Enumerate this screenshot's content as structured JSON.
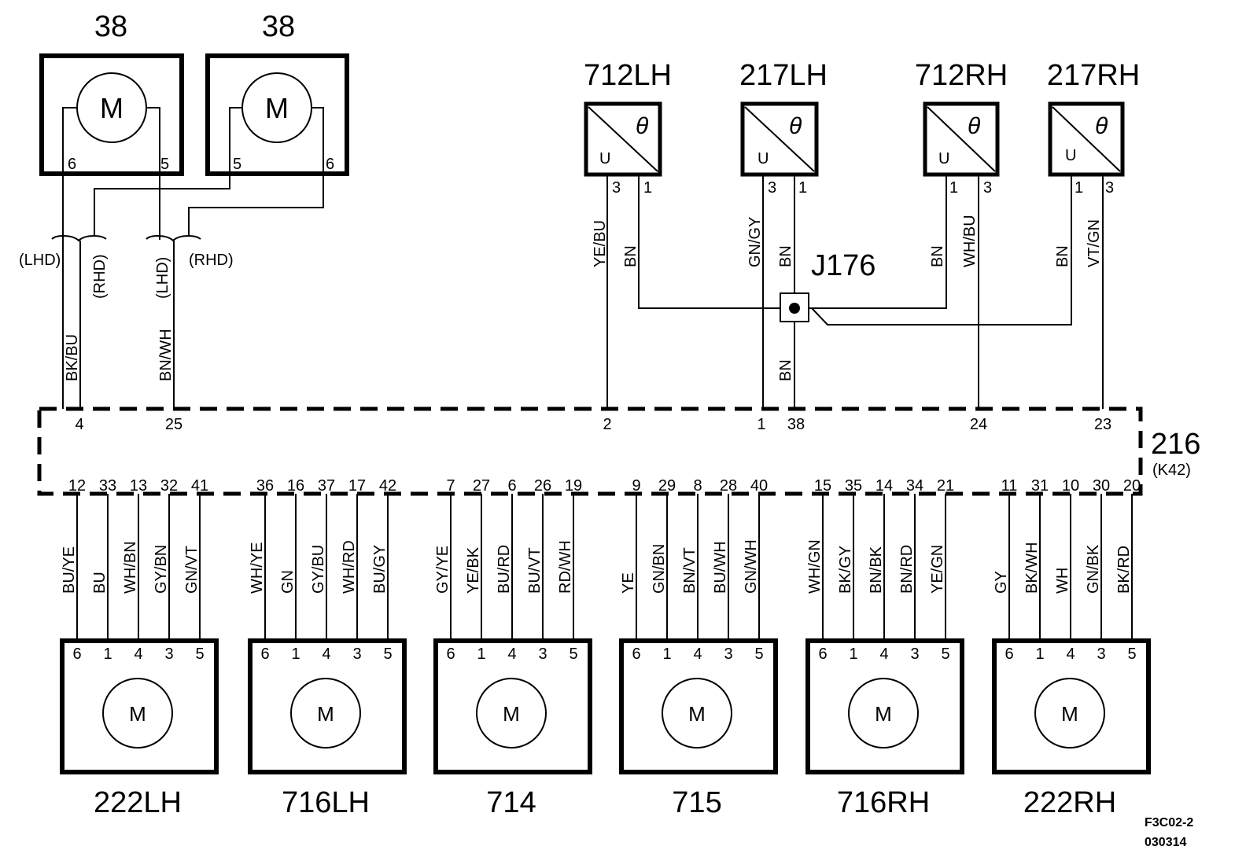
{
  "motors38": [
    {
      "id": "38",
      "pins": [
        "6",
        "5"
      ]
    },
    {
      "id": "38",
      "pins": [
        "5",
        "6"
      ]
    }
  ],
  "motor_symbol": "M",
  "lhd_label": "(LHD)",
  "rhd_label": "(RHD)",
  "theta_symbol": "θ",
  "u_symbol": "U",
  "sensors": [
    {
      "id": "712LH",
      "pins": [
        "3",
        "1"
      ],
      "wires": [
        "YE/BU",
        "BN"
      ]
    },
    {
      "id": "217LH",
      "pins": [
        "3",
        "1"
      ],
      "wires": [
        "GN/GY",
        "BN"
      ]
    },
    {
      "id": "712RH",
      "pins": [
        "1",
        "3"
      ],
      "wires": [
        "BN",
        "WH/BU"
      ]
    },
    {
      "id": "217RH",
      "pins": [
        "1",
        "3"
      ],
      "wires": [
        "BN",
        "VT/GN"
      ]
    }
  ],
  "junction": {
    "id": "J176",
    "wire_out": "BN"
  },
  "left_wires": [
    "BK/BU",
    "BN/WH"
  ],
  "control_unit": {
    "id": "216",
    "sub": "(K42)",
    "top_pins": [
      "4",
      "25",
      "2",
      "1",
      "38",
      "24",
      "23"
    ],
    "bottom_pins": [
      "12",
      "33",
      "13",
      "32",
      "41",
      "36",
      "16",
      "37",
      "17",
      "42",
      "7",
      "27",
      "6",
      "26",
      "19",
      "9",
      "29",
      "8",
      "28",
      "40",
      "15",
      "35",
      "14",
      "34",
      "21",
      "11",
      "31",
      "10",
      "30",
      "20"
    ]
  },
  "actuators": [
    {
      "id": "222LH",
      "wires": [
        "BU/YE",
        "BU",
        "WH/BN",
        "GY/BN",
        "GN/VT"
      ],
      "pins": [
        "6",
        "1",
        "4",
        "3",
        "5"
      ]
    },
    {
      "id": "716LH",
      "wires": [
        "WH/YE",
        "GN",
        "GY/BU",
        "WH/RD",
        "BU/GY"
      ],
      "pins": [
        "6",
        "1",
        "4",
        "3",
        "5"
      ]
    },
    {
      "id": "714",
      "wires": [
        "GY/YE",
        "YE/BK",
        "BU/RD",
        "BU/VT",
        "RD/WH"
      ],
      "pins": [
        "6",
        "1",
        "4",
        "3",
        "5"
      ]
    },
    {
      "id": "715",
      "wires": [
        "YE",
        "GN/BN",
        "BN/VT",
        "BU/WH",
        "GN/WH"
      ],
      "pins": [
        "6",
        "1",
        "4",
        "3",
        "5"
      ]
    },
    {
      "id": "716RH",
      "wires": [
        "WH/GN",
        "BK/GY",
        "BN/BK",
        "BN/RD",
        "YE/GN"
      ],
      "pins": [
        "6",
        "1",
        "4",
        "3",
        "5"
      ]
    },
    {
      "id": "222RH",
      "wires": [
        "GY",
        "BK/WH",
        "WH",
        "GN/BK",
        "BK/RD"
      ],
      "pins": [
        "6",
        "1",
        "4",
        "3",
        "5"
      ]
    }
  ],
  "figure_code": "F3C02-2",
  "figure_date": "030314"
}
